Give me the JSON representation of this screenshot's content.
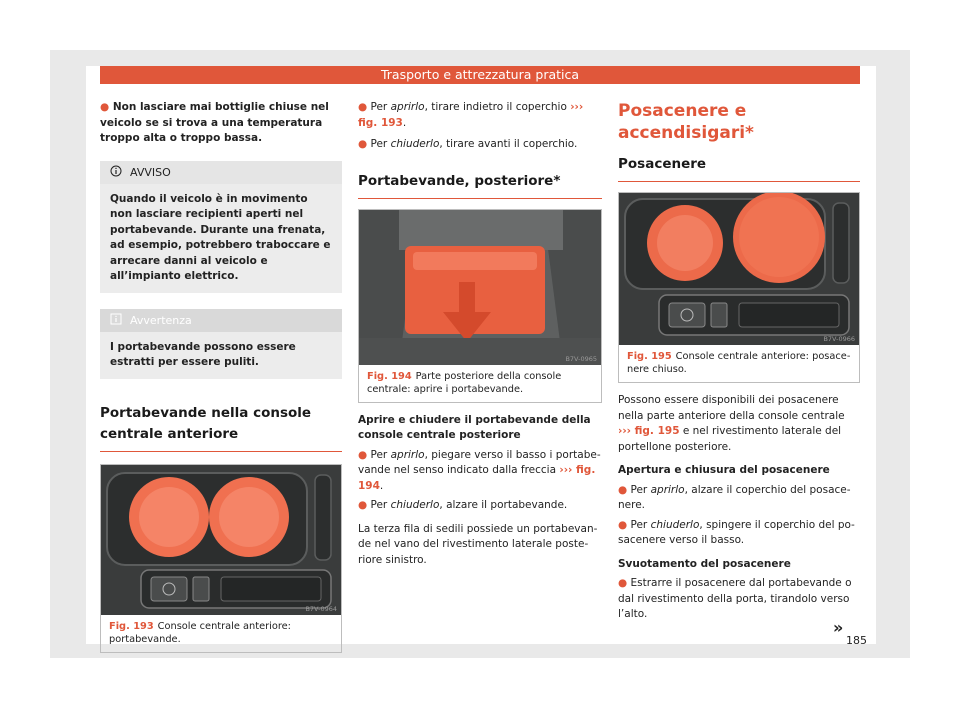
{
  "header": {
    "title": "Trasporto e attrezzatura pratica"
  },
  "col1": {
    "warning_bullet": "Non lasciare mai bottiglie chiuse nel vei­colo se si trova a una temperatura troppo alta o troppo bassa.",
    "avviso": {
      "title": "AVVISO",
      "text": "Quando il veicolo è in movimento non la­sciare recipienti aperti nel portabevande. Durante una frenata, ad esempio, potreb­bero traboccare e arrecare danni al veico­lo e all’impianto elettrico."
    },
    "avvertenza": {
      "title": "Avvertenza",
      "text": "I portabevande possono essere estratti per essere puliti."
    },
    "section_title": "Portabevande nella console cen­trale anteriore",
    "figure": {
      "code": "B7V-0964",
      "label": "Fig. 193",
      "caption": "Console centrale anteriore: portabe­vande."
    }
  },
  "col2": {
    "line1_pre": "Per ",
    "line1_ital": "aprirlo",
    "line1_post": ", tirare indietro il coperchio",
    "line1_ref": "››› fig. 193",
    "line1_end": ".",
    "line2_pre": "Per ",
    "line2_ital": "chiuderlo",
    "line2_post": ", tirare avanti il coperchio.",
    "section_title": "Portabevande, posteriore*",
    "figure": {
      "code": "B7V-0965",
      "label": "Fig. 194",
      "caption": "Parte posteriore della console centra­le: aprire i portabevande."
    },
    "subheading": "Aprire e chiudere il portabevande della console centrale posteriore",
    "b1_pre": "Per ",
    "b1_ital": "aprirlo",
    "b1_post": ", piegare verso il basso i portabe­vande nel senso indicato dalla freccia",
    "b1_ref": "››› fig. 194",
    "b1_end": ".",
    "b2_pre": "Per ",
    "b2_ital": "chiuderlo",
    "b2_post": ", alzare il portabevande.",
    "para": "La terza fila di sedili possiede un portabevan­de nel vano del rivestimento laterale poste­riore sinistro."
  },
  "col3": {
    "main_title": "Posacenere e accendisigari*",
    "sub_title": "Posacenere",
    "figure": {
      "code": "B7V-0966",
      "label": "Fig. 195",
      "caption": "Console centrale anteriore: posace­nere chiuso."
    },
    "para_pre": "Possono essere disponibili dei posacenere nella parte anteriore della console centrale",
    "para_ref": "››› fig. 195",
    "para_post": " e nel rivestimento laterale del por­tellone posteriore.",
    "h_open": "Apertura e chiusura del posacenere",
    "o1_pre": "Per ",
    "o1_ital": "aprirlo",
    "o1_post": ", alzare il coperchio del posace­nere.",
    "o2_pre": "Per ",
    "o2_ital": "chiuderlo",
    "o2_post": ", spingere il coperchio del po­sacenere verso il basso.",
    "h_empty": "Svuotamento del posacenere",
    "e1": "Estrarre il posacenere dal portabevande o dal rivestimento della porta, tirandolo verso l’alto."
  },
  "footer": {
    "continue": "»",
    "page_number": "185"
  },
  "colors": {
    "accent": "#e0573a",
    "note_bg": "#ececec"
  }
}
